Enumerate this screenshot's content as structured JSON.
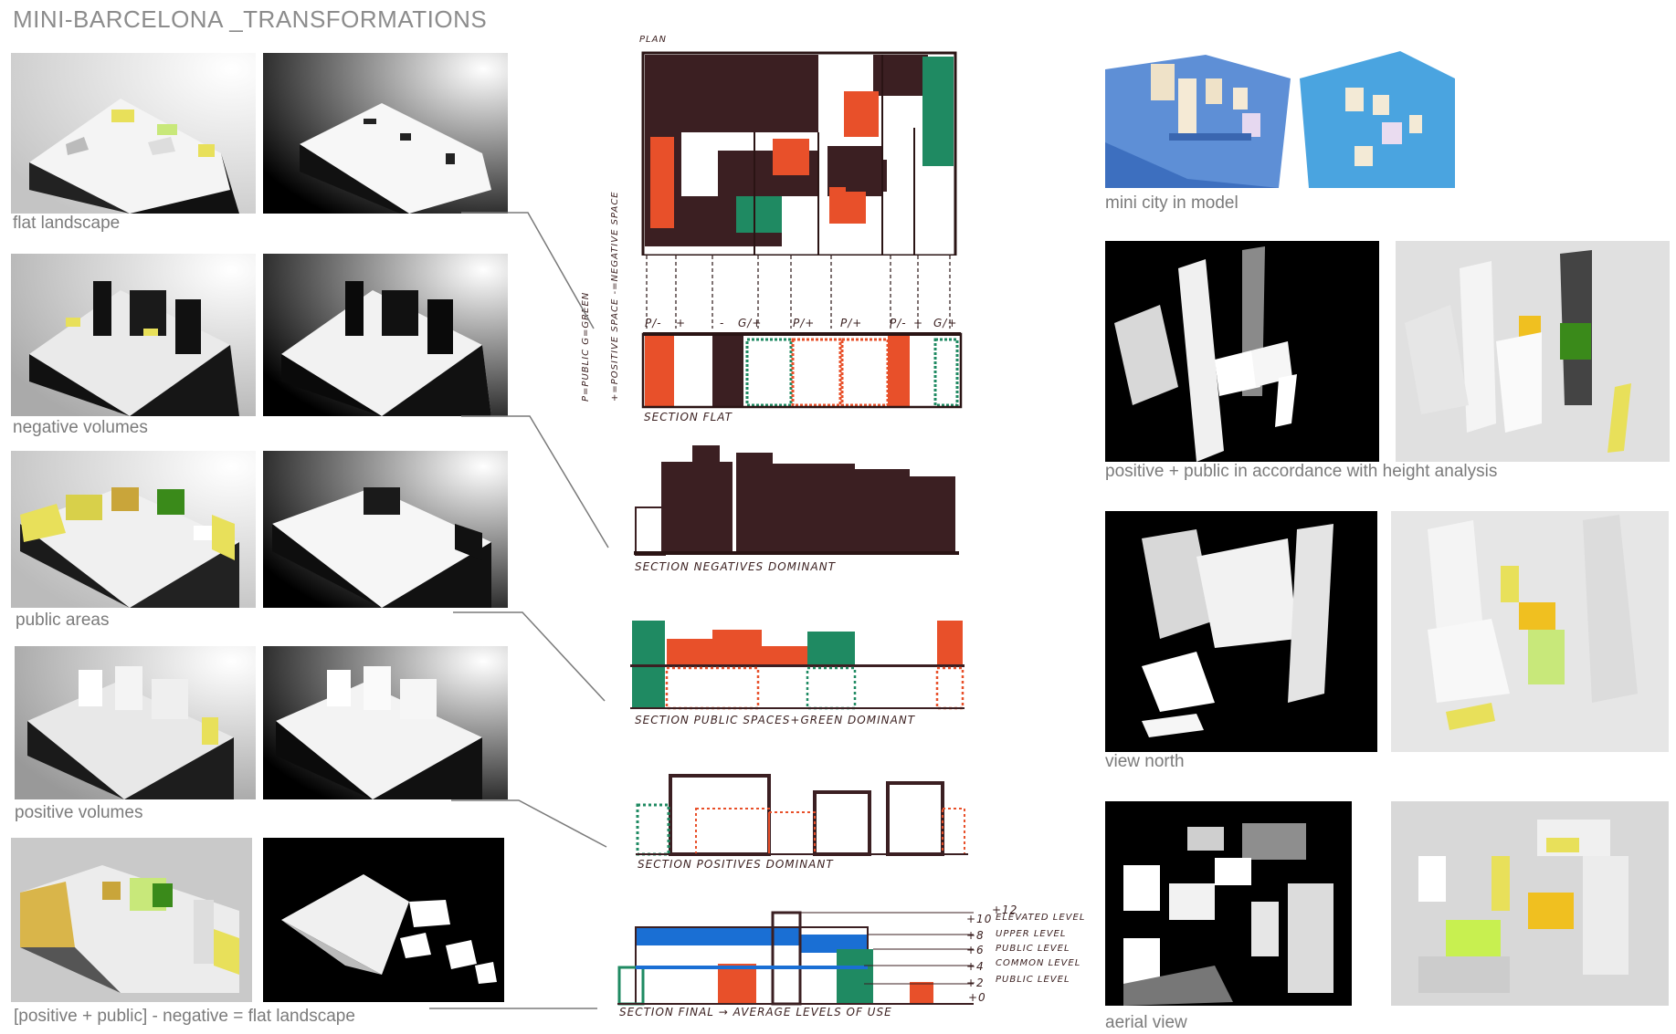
{
  "title": "MINI-BARCELONA _TRANSFORMATIONS",
  "left_captions": [
    "flat landscape",
    "negative volumes",
    "public areas",
    "positive volumes",
    "[positive + public] - negative = flat landscape"
  ],
  "right_captions": [
    "mini city in model",
    "positive + public in accordance with height analysis",
    "view north",
    "aerial view"
  ],
  "sketch": {
    "plan_label": "PLAN",
    "legend_left": "P=PUBLIC  G=GREEN",
    "legend_right": "+=POSITIVE SPACE  -=NEGATIVE SPACE",
    "section_labels": [
      "SECTION FLAT",
      "SECTION NEGATIVES DOMINANT",
      "SECTION PUBLIC SPACES+GREEN DOMINANT",
      "SECTION POSITIVES DOMINANT",
      "SECTION FINAL → AVERAGE LEVELS OF USE"
    ],
    "section_flat_tags": [
      "P/-",
      "+",
      "-",
      "G/+",
      "P/+",
      "P/+",
      "P/-",
      "+",
      "G/+"
    ],
    "levels": [
      {
        "mark": "+12",
        "label": ""
      },
      {
        "mark": "+10",
        "label": "ELEVATED LEVEL"
      },
      {
        "mark": "+8",
        "label": "UPPER LEVEL"
      },
      {
        "mark": "+6",
        "label": "PUBLIC LEVEL"
      },
      {
        "mark": "+4",
        "label": "COMMON LEVEL"
      },
      {
        "mark": "+2",
        "label": "PUBLIC LEVEL"
      },
      {
        "mark": "+0",
        "label": ""
      }
    ]
  },
  "colors": {
    "dark": "#3b1f22",
    "public": "#e8502a",
    "green": "#1f8a62",
    "blue": "#1a6fd4",
    "yellow": "#e8e05a",
    "model_blue": "#4a8fd8"
  }
}
